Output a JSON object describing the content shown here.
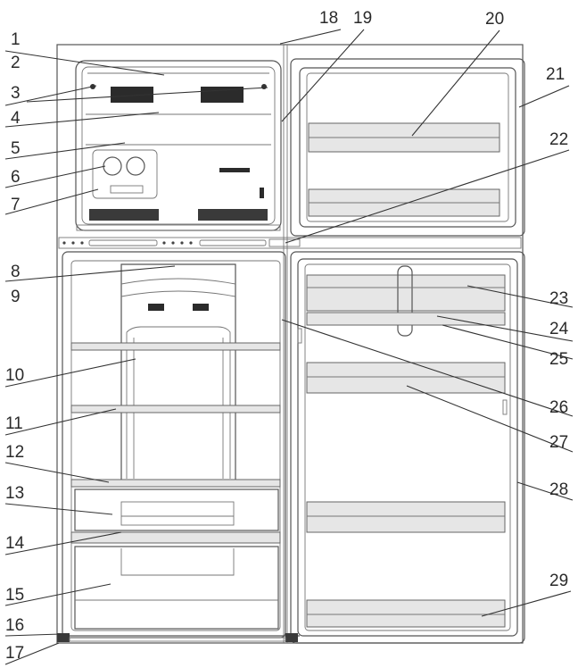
{
  "labels": [
    "1",
    "2",
    "3",
    "4",
    "5",
    "6",
    "7",
    "8",
    "9",
    "10",
    "11",
    "12",
    "13",
    "14",
    "15",
    "16",
    "17",
    "18",
    "19",
    "20",
    "21",
    "22",
    "23",
    "24",
    "25",
    "26",
    "27",
    "28",
    "29"
  ],
  "colors": {
    "line": "#333333",
    "outline": "#555555",
    "shelf": "#e6e6e6",
    "dark": "#2b2b2b"
  }
}
